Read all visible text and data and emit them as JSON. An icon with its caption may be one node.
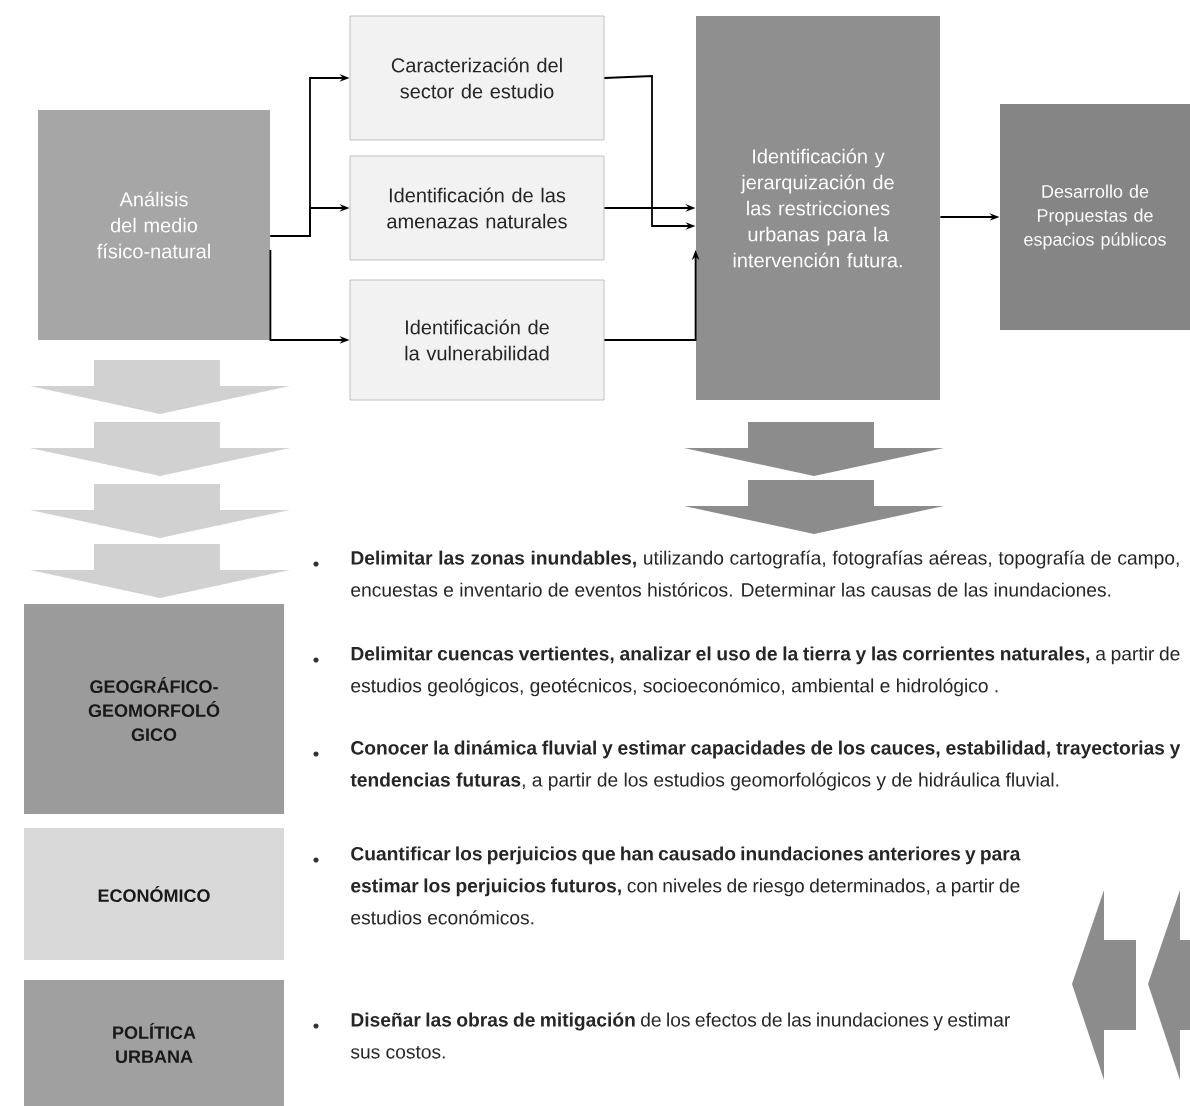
{
  "diagram": {
    "nodes": [
      {
        "text": [
          "Análisis del medio físico-natural"
        ]
      },
      {
        "text": [
          "Caracterización del sector de estudio"
        ]
      },
      {
        "text": [
          "Identificación de las amenazas naturales"
        ]
      },
      {
        "text": [
          "Identificación de la vulnerabilidad"
        ]
      },
      {
        "text": [
          "Identificación y jerarquización de las restricciones urbanas para la intervención futura."
        ]
      },
      {
        "text": [
          "Desarrollo de Propuestas de espacios públicos"
        ]
      },
      {
        "text": [
          "GEOGRÁFICO- GEOMORFOLÓ GICO"
        ]
      },
      {
        "text": [
          "ECONÓMICO"
        ]
      },
      {
        "text": [
          "POLÍTICA URBANA"
        ]
      }
    ],
    "edges": [
      {
        "from": 0,
        "to": 1,
        "arrow": "to"
      },
      {
        "from": 0,
        "to": 2,
        "arrow": "to"
      },
      {
        "from": 0,
        "to": 3,
        "arrow": "to"
      },
      {
        "from": 1,
        "to": 4,
        "arrow": "to"
      },
      {
        "from": 2,
        "to": 4,
        "arrow": "to"
      },
      {
        "from": 3,
        "to": 4,
        "arrow": "to"
      },
      {
        "from": 4,
        "to": 5,
        "arrow": "to"
      }
    ],
    "labels": [
      "**Delimitar las zonas inundables,** utilizando cartografía, fotografías aéreas, topografía de campo, encuestas e inventario de eventos históricos. Determinar las causas de las inundaciones.",
      "**Delimitar cuencas vertientes, analizar el uso de la tierra y las corrientes naturales,** a partir de estudios geológicos, geotécnicos, socioeconómico, ambiental e hidrológico .",
      "**Conocer la dinámica fluvial y estimar capacidades de los cauces, estabilidad, trayectorias y tendencias futuras**, a partir de los estudios geomorfológicos y de hidráulica fluvial.",
      "**Cuantificar los perjuicios que han causado inundaciones anteriores y para estimar los perjuicios futuros,** con niveles de riesgo determinados, a partir de estudios económicos.",
      "**Diseñar las obras de mitigación** de los efectos de las inundaciones y estimar sus costos."
    ]
  }
}
